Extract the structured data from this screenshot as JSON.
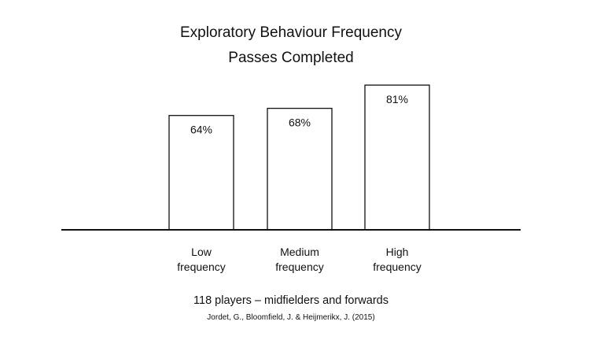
{
  "chart_data": {
    "type": "bar",
    "title": "Exploratory Behaviour Frequency",
    "subtitle": "Passes Completed",
    "categories": [
      [
        "Low",
        "frequency"
      ],
      [
        "Medium",
        "frequency"
      ],
      [
        "High",
        "frequency"
      ]
    ],
    "values": [
      64,
      68,
      81
    ],
    "value_labels": [
      "64%",
      "68%",
      "81%"
    ],
    "unit": "%",
    "ylim": [
      0,
      100
    ],
    "grid": false,
    "legend": "none",
    "bar_fill": "#ffffff",
    "bar_stroke": "#111111",
    "axis_color": "#111111"
  },
  "captions": {
    "sample": "118 players – midfielders and forwards",
    "source": "Jordet, G., Bloomfield, J. & Heijmerikx, J. (2015)"
  }
}
